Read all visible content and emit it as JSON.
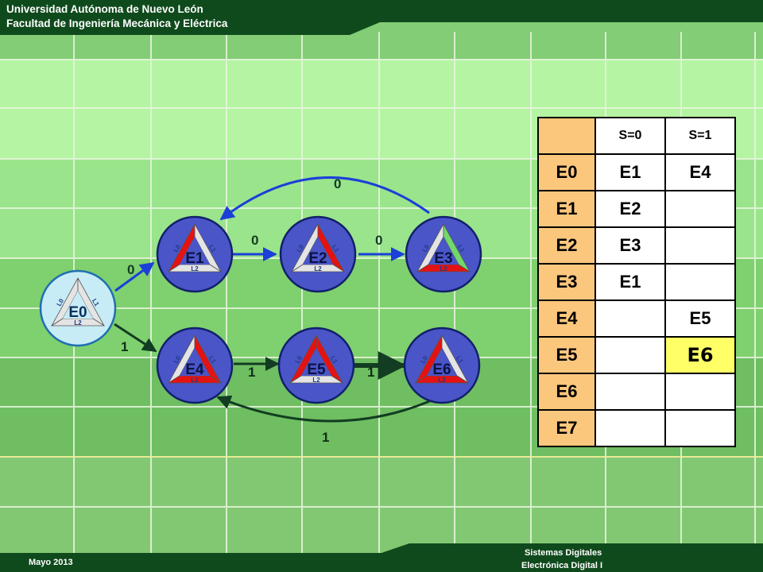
{
  "header": {
    "university": "Universidad Autónoma de Nuevo León",
    "faculty": "Facultad de Ingeniería Mecánica y Eléctrica"
  },
  "footer": {
    "date": "Mayo 2013",
    "course_line1": "Sistemas Digitales",
    "course_line2": "Electrónica Digital I"
  },
  "colors": {
    "header_green": "#0f4a1c",
    "grid_light": "#b7f5a6",
    "grid_dark": "#7bc96f",
    "red": "#e41212",
    "highlight": "#ffff66",
    "table_header_fill": "#fbc77d"
  },
  "diagram": {
    "states": [
      {
        "id": "E0",
        "label": "E0",
        "style": "light",
        "red": [],
        "green": []
      },
      {
        "id": "E1",
        "label": "E1",
        "style": "blue",
        "red": [
          "left"
        ],
        "green": []
      },
      {
        "id": "E2",
        "label": "E2",
        "style": "blue",
        "red": [
          "right"
        ],
        "green": []
      },
      {
        "id": "E3",
        "label": "E3",
        "style": "blue",
        "red": [
          "bottom"
        ],
        "green": [
          "right"
        ]
      },
      {
        "id": "E4",
        "label": "E4",
        "style": "blue",
        "red": [
          "right",
          "bottom"
        ],
        "green": []
      },
      {
        "id": "E5",
        "label": "E5",
        "style": "blue",
        "red": [
          "left",
          "right"
        ],
        "green": []
      },
      {
        "id": "E6",
        "label": "E6",
        "style": "blue",
        "red": [
          "left",
          "bottom"
        ],
        "green": []
      }
    ],
    "side_labels": {
      "left": "L0",
      "right": "L1",
      "bottom": "L2"
    },
    "transitions": [
      {
        "from": "E0",
        "to": "E1",
        "label": "0"
      },
      {
        "from": "E1",
        "to": "E2",
        "label": "0"
      },
      {
        "from": "E2",
        "to": "E3",
        "label": "0"
      },
      {
        "from": "E3",
        "to": "E1",
        "label": "0"
      },
      {
        "from": "E0",
        "to": "E4",
        "label": "1"
      },
      {
        "from": "E4",
        "to": "E5",
        "label": "1"
      },
      {
        "from": "E5",
        "to": "E6",
        "label": "1"
      },
      {
        "from": "E6",
        "to": "E4",
        "label": "1"
      }
    ]
  },
  "table": {
    "headers": [
      "",
      "S=0",
      "S=1"
    ],
    "rows": [
      {
        "state": "E0",
        "s0": "E1",
        "s1": "E4"
      },
      {
        "state": "E1",
        "s0": "E2",
        "s1": ""
      },
      {
        "state": "E2",
        "s0": "E3",
        "s1": ""
      },
      {
        "state": "E3",
        "s0": "E1",
        "s1": ""
      },
      {
        "state": "E4",
        "s0": "",
        "s1": "E5"
      },
      {
        "state": "E5",
        "s0": "",
        "s1": "E6",
        "highlight": "s1"
      },
      {
        "state": "E6",
        "s0": "",
        "s1": ""
      },
      {
        "state": "E7",
        "s0": "",
        "s1": ""
      }
    ]
  }
}
